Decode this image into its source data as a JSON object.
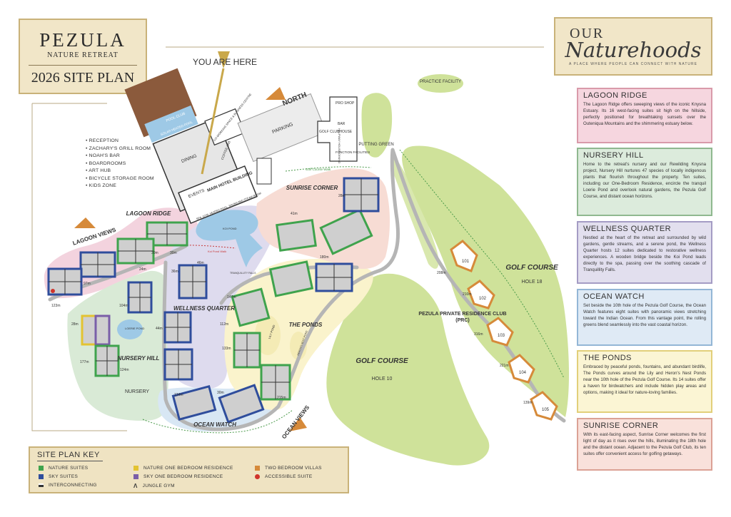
{
  "brand": {
    "name": "PEZULA",
    "subtitle": "NATURE RETREAT",
    "plan_title": "2026 SITE PLAN"
  },
  "naturehoods": {
    "title_top": "OUR",
    "title_script": "Naturehoods",
    "tagline": "A PLACE WHERE PEOPLE CAN CONNECT WITH NATURE"
  },
  "map": {
    "you_are_here": "YOU ARE HERE",
    "north": "NORTH",
    "parking": "PARKING",
    "lagoon_views": "LAGOON VIEWS",
    "ocean_views": "OCEAN VIEWS",
    "practice_facility": "PRACTICE FACILITY",
    "putting_green": "PUTTING GREEN",
    "golf_course_1": "GOLF COURSE",
    "hole_18": "HOLE 18",
    "golf_course_2": "GOLF COURSE",
    "hole_10": "HOLE 10",
    "prc_name": "PEZULA PRIVATE RESIDENCE CLUB",
    "prc_abbr": "(PRC)",
    "pool_club": "POOL CLUB",
    "solar_pool": "SOLAR HEATED POOL",
    "coworking": "CO-WORKING SPACE & BUSINESS CENTRE",
    "dining": "DINING",
    "coffee_lab": "COFFEE LAB",
    "events": "EVENTS",
    "main_hotel": "MAIN HOTEL BUILDING",
    "spa": "SPA, GYM, HEATED POOL, SAUNA AND STEAM ROOM",
    "koi_pond": "KOI POND",
    "koi_pond_walk": "Koi Pond Walk",
    "lily_pond": "LILY POND",
    "herons_nest": "HERON'S NEST POND",
    "loerie_pond": "LOERIE POND",
    "golf_clubhouse": "GOLF CLUBHOUSE",
    "pro_shop": "PRO SHOP",
    "bar": "BAR",
    "halfway_house": "HALFWAY HOUSE DINING",
    "function": "FUNCTION FACILITIES",
    "golf_course_walk": "Golf Course Walk",
    "tranquillity_falls": "TRANQUILLITY FALLS",
    "amenities": [
      "RECEPTION",
      "ZACHARY'S GRILL ROOM",
      "NOAH'S BAR",
      "BOARDROOMS",
      "ART HUB",
      "BICYCLE STORAGE ROOM",
      "KIDS ZONE"
    ],
    "areas": {
      "lagoon_ridge": "LAGOON RIDGE",
      "nursery_hill": "NURSERY HILL",
      "wellness_quarter": "WELLNESS QUARTER",
      "ocean_watch": "OCEAN WATCH",
      "the_ponds": "THE PONDS",
      "sunrise_corner": "SUNRISE CORNER",
      "nursery": "NURSERY"
    },
    "distances": [
      "41m",
      "28m",
      "30m",
      "30m",
      "24m",
      "36m",
      "97m",
      "123m",
      "104m",
      "28m",
      "177m",
      "124m",
      "44m",
      "46m",
      "134m",
      "133m",
      "112m",
      "147m",
      "180m",
      "208m",
      "210m",
      "316m",
      "221m",
      "139m",
      "215m",
      "30m"
    ],
    "villas": [
      "101",
      "102",
      "103",
      "104",
      "105"
    ]
  },
  "descriptions": [
    {
      "title": "LAGOON RIDGE",
      "text": "The Lagoon Ridge offers sweeping views of the iconic Knysna Estuary. Its 16 west-facing suites sit high on the hillside, perfectly positioned for breathtaking sunsets over the Outeniqua Mountains and the shimmering estuary below.",
      "bg": "#f6d6df",
      "border": "#d99aaa"
    },
    {
      "title": "NURSERY HILL",
      "text": "Home to the retreat's nursery and our Rewilding Knysna project, Nursery Hill nurtures 47 species of locally indigenous plants that flourish throughout the property. Ten suites, including our One-Bedroom Residence, encircle the tranquil Loerie Pond and overlook natural gardens, the Pezula Golf Course, and distant ocean horizons.",
      "bg": "#dcebdc",
      "border": "#8fb88f"
    },
    {
      "title": "WELLNESS QUARTER",
      "text": "Nestled at the heart of the retreat and surrounded by wild gardens, gentle streams, and a serene pond, the Wellness Quarter hosts 12 suites dedicated to restorative wellness experiences. A wooden bridge beside the Koi Pond leads directly to the spa, passing over the soothing cascade of Tranquillity Falls.",
      "bg": "#e2dfee",
      "border": "#a49cc4"
    },
    {
      "title": "OCEAN WATCH",
      "text": "Set beside the 10th hole of the Pezula Golf Course, the Ocean Watch features eight suites with panoramic views stretching toward the Indian Ocean. From this vantage point, the rolling greens blend seamlessly into the vast coastal horizon.",
      "bg": "#dfeaf5",
      "border": "#93b6d6"
    },
    {
      "title": "THE PONDS",
      "text": "Embraced by peaceful ponds, fountains, and abundant birdlife, The Ponds curves around the Lily and Heron's Nest Ponds near the 10th hole of the Pezula Golf Course. Its 14 suites offer a haven for birdwatchers and include hidden play areas and options, making it ideal for nature-loving families.",
      "bg": "#fbf5d4",
      "border": "#e2cf7a"
    },
    {
      "title": "SUNRISE CORNER",
      "text": "With its east-facing aspect, Sunrise Corner welcomes the first light of day as it rises over the hills, illuminating the 18th hole and the distant ocean. Adjacent to the Pezula Golf Club, its ten suites offer convenient access for golfing getaways.",
      "bg": "#f9e1db",
      "border": "#dba195"
    }
  ],
  "key": {
    "title": "SITE PLAN KEY",
    "items": [
      {
        "label": "NATURE SUITES",
        "color": "#3fa34d"
      },
      {
        "label": "SKY SUITES",
        "color": "#2f4d9c"
      },
      {
        "label": "INTERCONNECTING",
        "color": "#333333"
      },
      {
        "label": "NATURE ONE BEDROOM RESIDENCE",
        "color": "#e3c331"
      },
      {
        "label": "SKY ONE BEDROOM RESIDENCE",
        "color": "#7a5ea8"
      },
      {
        "label": "JUNGLE GYM",
        "color": "#333333"
      },
      {
        "label": "TWO BEDROOM VILLAS",
        "color": "#d68a3a"
      },
      {
        "label": "ACCESSIBLE SUITE",
        "color": "#d0342c"
      }
    ]
  },
  "colors": {
    "golf": "#cfe29a",
    "water": "#9ec9e6",
    "lagoon": "#f3d3de",
    "nursery": "#d9ead6",
    "wellness": "#dedbee",
    "ocean": "#d8e7f4",
    "ponds": "#faf3cc",
    "sunrise": "#f7dcd4",
    "orange": "#d68a3a"
  }
}
